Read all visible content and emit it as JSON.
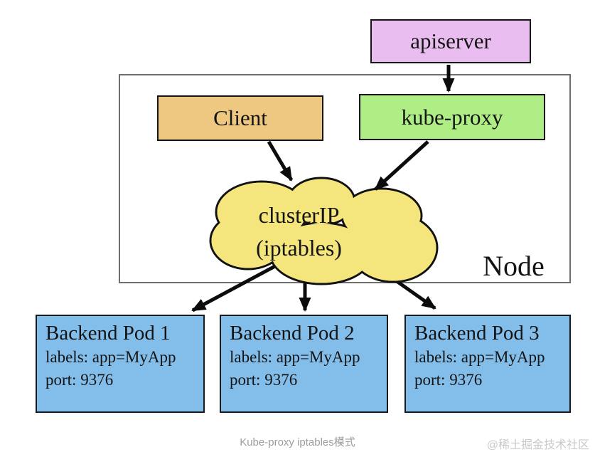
{
  "page": {
    "caption": "Kube-proxy iptables模式",
    "watermark": "@稀土掘金技术社区",
    "background": "#ffffff"
  },
  "diagram": {
    "apiserver": {
      "label": "apiserver",
      "fill": "#eabdf0"
    },
    "client": {
      "label": "Client",
      "fill": "#eec880"
    },
    "kube_proxy": {
      "label": "kube-proxy",
      "fill": "#aeee85"
    },
    "cluster_ip": {
      "line1": "clusterIP",
      "line2": "(iptables)",
      "fill": "#f5e57d"
    },
    "node": {
      "label": "Node"
    },
    "pod_fill": "#83bde9",
    "pods": [
      {
        "title": "Backend Pod 1",
        "labels": "labels: app=MyApp",
        "port": "port: 9376"
      },
      {
        "title": "Backend Pod 2",
        "labels": "labels: app=MyApp",
        "port": "port: 9376"
      },
      {
        "title": "Backend Pod 3",
        "labels": "labels: app=MyApp",
        "port": "port: 9376"
      }
    ],
    "edges": [
      {
        "from": "apiserver",
        "to": "kube-proxy"
      },
      {
        "from": "Client",
        "to": "clusterIP (iptables)"
      },
      {
        "from": "kube-proxy",
        "to": "clusterIP (iptables)"
      },
      {
        "from": "clusterIP (iptables)",
        "to": "Backend Pod 1"
      },
      {
        "from": "clusterIP (iptables)",
        "to": "Backend Pod 2"
      },
      {
        "from": "clusterIP (iptables)",
        "to": "Backend Pod 3"
      }
    ],
    "arrow_color": "#0c0c0c"
  }
}
